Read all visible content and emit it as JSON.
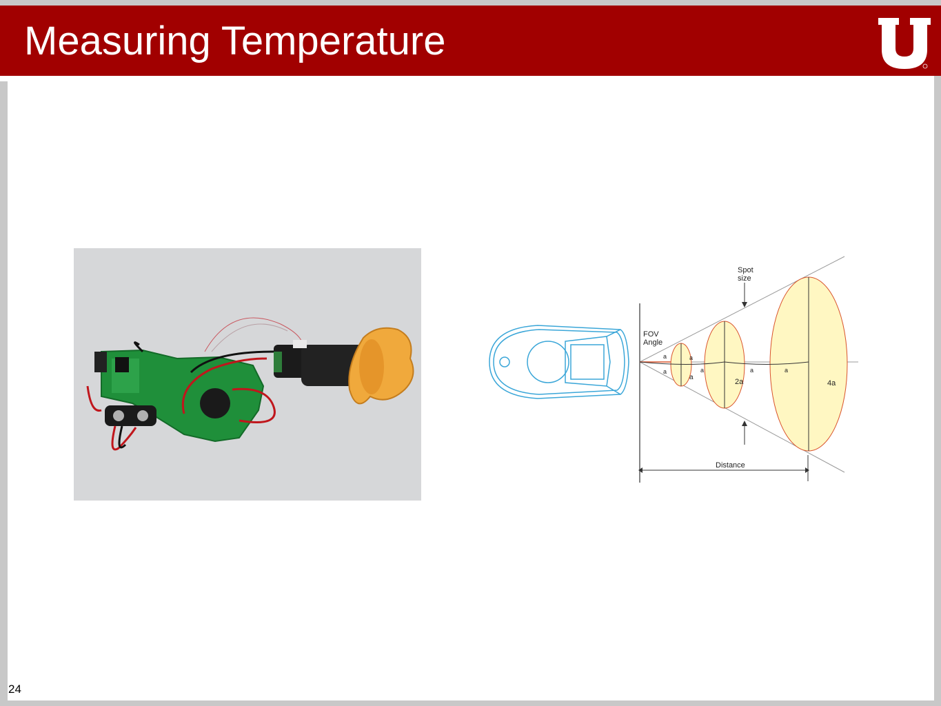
{
  "slide": {
    "title": "Measuring Temperature",
    "page_number": "24"
  },
  "colors": {
    "header": "#a10000",
    "background": "#ffffff",
    "frame": "#c8c8c8",
    "pcb": "#1f8f3a",
    "nozzle": "#f0a93c",
    "diagram_outline": "#3aa6d8",
    "spot_fill": "#fff7c2",
    "spot_stroke": "#d9532b"
  },
  "logo": {
    "icon": "university-u-logo"
  },
  "photo": {
    "icon": "thermometer-circuit-photo"
  },
  "diagram": {
    "spot_label": "Spot\nsize",
    "fov_label": "FOV\nAngle",
    "distance_label": "Distance",
    "ellipse_labels": [
      "a",
      "2a",
      "4a"
    ],
    "segment_labels": [
      "a",
      "a",
      "a",
      "a",
      "a",
      "a"
    ]
  }
}
